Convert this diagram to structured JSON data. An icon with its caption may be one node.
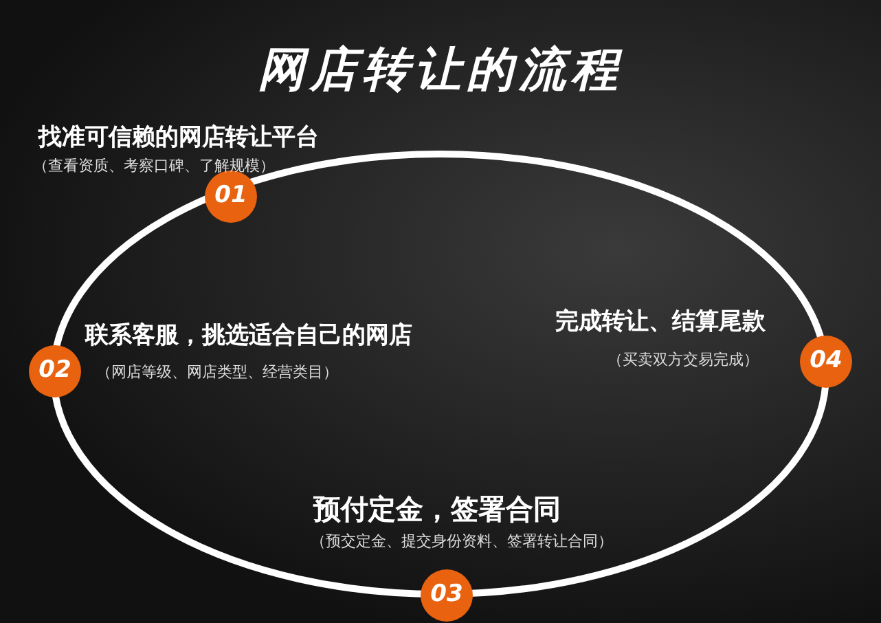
{
  "diagram": {
    "title": "网店转让的流程",
    "nodes": [
      {
        "text": [
          "01"
        ],
        "beside": [
          "找准可信赖的网店转让平台",
          "（查看资质、考察口碑、了解规模）"
        ]
      },
      {
        "text": [
          "02"
        ],
        "beside": [
          "联系客服，挑选适合自己的网店",
          "（网店等级、网店类型、经营类目）"
        ]
      },
      {
        "text": [
          "03"
        ],
        "beside": [
          "预付定金，签署合同",
          "（预交定金、提交身份资料、签署转让合同）"
        ]
      },
      {
        "text": [
          "04"
        ],
        "beside": [
          "完成转让、结算尾款",
          "（买卖双方交易完成）"
        ]
      }
    ]
  }
}
